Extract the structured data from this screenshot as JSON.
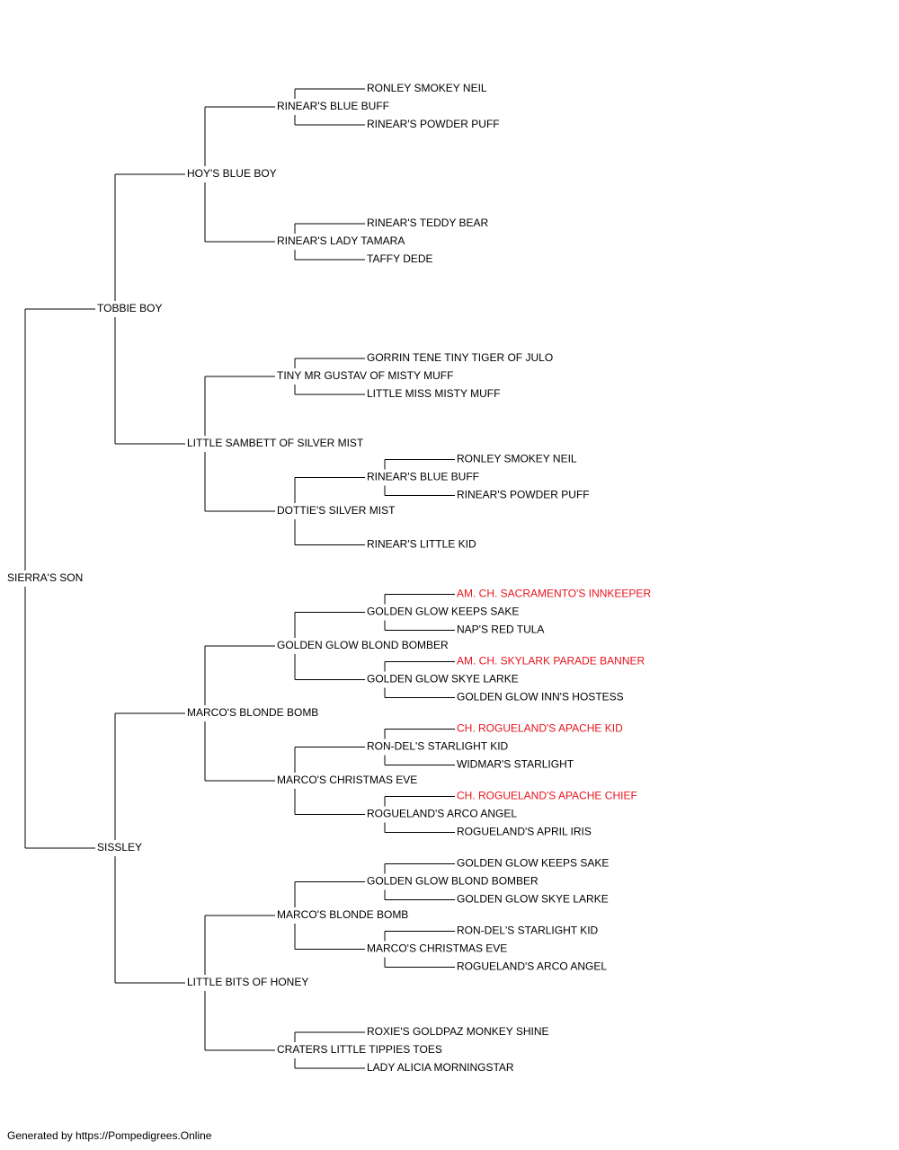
{
  "pedigree": {
    "name": "SIERRA'S SON",
    "sire": {
      "name": "TOBBIE BOY",
      "sire": {
        "name": "HOY'S BLUE BOY",
        "sire": {
          "name": "RINEAR'S BLUE BUFF",
          "sire": {
            "name": "RONLEY SMOKEY NEIL"
          },
          "dam": {
            "name": "RINEAR'S POWDER PUFF"
          }
        },
        "dam": {
          "name": "RINEAR'S LADY TAMARA",
          "sire": {
            "name": "RINEAR'S TEDDY BEAR"
          },
          "dam": {
            "name": "TAFFY DEDE"
          }
        }
      },
      "dam": {
        "name": "LITTLE SAMBETT OF SILVER MIST",
        "sire": {
          "name": "TINY MR GUSTAV OF MISTY MUFF",
          "sire": {
            "name": "GORRIN TENE TINY TIGER OF JULO"
          },
          "dam": {
            "name": "LITTLE MISS MISTY MUFF"
          }
        },
        "dam": {
          "name": "DOTTIE'S SILVER MIST",
          "sire": {
            "name": "RINEAR'S BLUE BUFF",
            "sire": {
              "name": "RONLEY SMOKEY NEIL"
            },
            "dam": {
              "name": "RINEAR'S POWDER PUFF"
            }
          },
          "dam": {
            "name": "RINEAR'S LITTLE KID"
          }
        }
      }
    },
    "dam": {
      "name": "SISSLEY",
      "sire": {
        "name": "MARCO'S BLONDE BOMB",
        "sire": {
          "name": "GOLDEN GLOW BLOND BOMBER",
          "sire": {
            "name": "GOLDEN GLOW KEEPS SAKE",
            "sire": {
              "name": "AM. CH. SACRAMENTO'S INNKEEPER",
              "champion": true
            },
            "dam": {
              "name": "NAP'S RED TULA"
            }
          },
          "dam": {
            "name": "GOLDEN GLOW SKYE LARKE",
            "sire": {
              "name": "AM. CH. SKYLARK PARADE BANNER",
              "champion": true
            },
            "dam": {
              "name": "GOLDEN GLOW INN'S HOSTESS"
            }
          }
        },
        "dam": {
          "name": "MARCO'S CHRISTMAS EVE",
          "sire": {
            "name": "RON-DEL'S STARLIGHT KID",
            "sire": {
              "name": "CH. ROGUELAND'S APACHE KID",
              "champion": true
            },
            "dam": {
              "name": "WIDMAR'S STARLIGHT"
            }
          },
          "dam": {
            "name": "ROGUELAND'S ARCO ANGEL",
            "sire": {
              "name": "CH. ROGUELAND'S APACHE CHIEF",
              "champion": true
            },
            "dam": {
              "name": "ROGUELAND'S APRIL IRIS"
            }
          }
        }
      },
      "dam": {
        "name": "LITTLE BITS OF HONEY",
        "sire": {
          "name": "MARCO'S BLONDE BOMB",
          "sire": {
            "name": "GOLDEN GLOW BLOND BOMBER",
            "sire": {
              "name": "GOLDEN GLOW KEEPS SAKE"
            },
            "dam": {
              "name": "GOLDEN GLOW SKYE LARKE"
            }
          },
          "dam": {
            "name": "MARCO'S CHRISTMAS EVE",
            "sire": {
              "name": "RON-DEL'S STARLIGHT KID"
            },
            "dam": {
              "name": "ROGUELAND'S ARCO ANGEL"
            }
          }
        },
        "dam": {
          "name": "CRATERS LITTLE TIPPIES TOES",
          "sire": {
            "name": "ROXIE'S GOLDPAZ MONKEY SHINE"
          },
          "dam": {
            "name": "LADY ALICIA MORNINGSTAR"
          }
        }
      }
    }
  },
  "footer": "Generated by https://Pompedigrees.Online",
  "colors": {
    "line": "#000000",
    "text": "#000000",
    "champion": "#e8141c"
  }
}
